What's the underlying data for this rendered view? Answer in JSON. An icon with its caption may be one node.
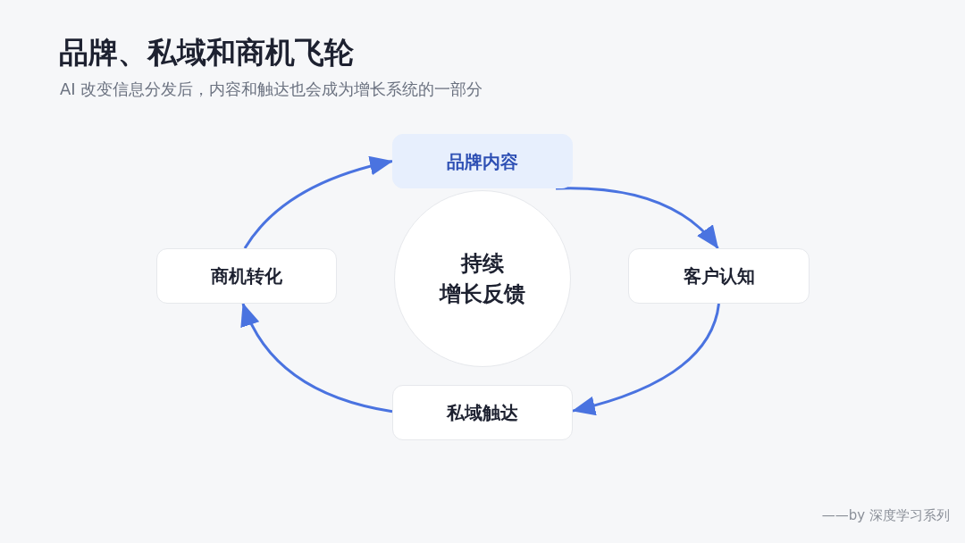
{
  "diagram": {
    "title": "品牌、私域和商机飞轮",
    "nodes": [
      {
        "text": [
          "品牌内容"
        ]
      },
      {
        "text": [
          "客户认知"
        ]
      },
      {
        "text": [
          "私域触达"
        ]
      },
      {
        "text": [
          "商机转化"
        ]
      },
      {
        "text": [
          "持续",
          "增长反馈"
        ]
      }
    ],
    "edges": [
      {
        "from": 0,
        "to": 1,
        "arrow": "to"
      },
      {
        "from": 1,
        "to": 2,
        "arrow": "to"
      },
      {
        "from": 2,
        "to": 3,
        "arrow": "to"
      },
      {
        "from": 3,
        "to": 0,
        "arrow": "to"
      }
    ],
    "labels": [
      "AI 改变信息分发后，内容和触达也会成为增长系统的一部分",
      "——by 深度学习系列"
    ]
  }
}
